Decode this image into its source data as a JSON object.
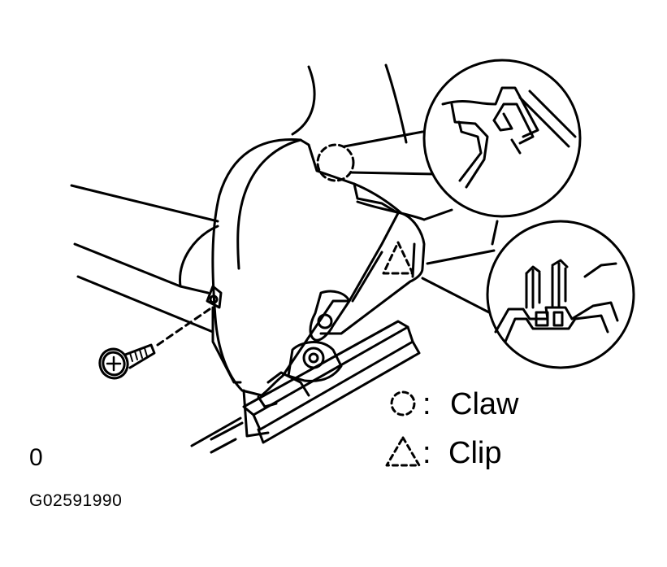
{
  "legend": {
    "claw_label": "Claw",
    "clip_label": "Clip",
    "separator": ":"
  },
  "corner_mark": "0",
  "figure_id": "G02591990",
  "icons": [
    "screw-icon",
    "claw-circle-symbol",
    "clip-triangle-symbol"
  ],
  "colors": {
    "line": "#000000",
    "background": "#ffffff"
  }
}
